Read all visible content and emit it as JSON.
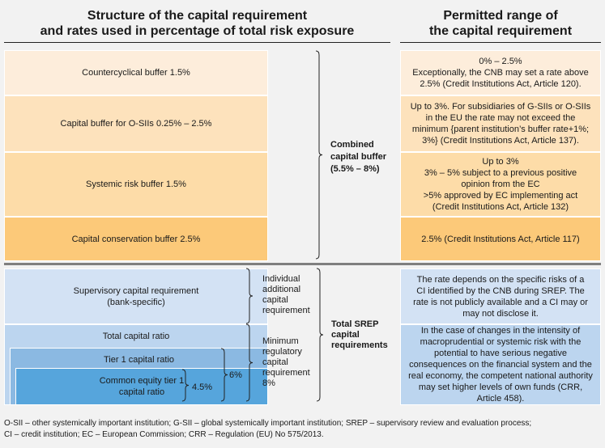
{
  "header": {
    "left_line1": "Structure of the capital requirement",
    "left_line2": "and rates used in percentage of total risk exposure",
    "right_line1": "Permitted range of",
    "right_line2": "the capital requirement"
  },
  "buffers": [
    {
      "label": "Countercyclical buffer 1.5%",
      "range": [
        "0% – 2.5%",
        "Exceptionally, the CNB may set a rate above",
        "2.5% (Credit Institutions Act, Article 120)."
      ]
    },
    {
      "label": "Capital buffer for O-SIIs 0.25% – 2.5%",
      "range": [
        "Up to 3%. For subsidiaries of G-SIIs or O-SIIs",
        "in the EU the rate may not exceed the",
        "minimum {parent institution’s buffer rate+1%;",
        "3%} (Credit Institutions Act, Article 137)."
      ]
    },
    {
      "label": "Systemic risk buffer 1.5%",
      "range": [
        "Up to 3%",
        "3% – 5% subject to a previous positive",
        "opinion from the EC",
        ">5% approved by EC implementing act",
        "(Credit Institutions Act, Article 132)"
      ]
    },
    {
      "label": "Capital conservation buffer 2.5%",
      "range": [
        "2.5% (Credit Institutions Act, Article 117)"
      ]
    }
  ],
  "combined": {
    "line1": "Combined",
    "line2": "capital buffer",
    "line3": "(5.5% – 8%)"
  },
  "srep": {
    "supervisory": [
      "Supervisory capital requirement",
      "(bank-specific)"
    ],
    "total_ratio": "Total capital ratio",
    "tier1": "Tier 1 capital ratio",
    "cet1": [
      "Common equity tier 1",
      "capital ratio"
    ],
    "cet1_rate": "4.5%",
    "tier1_rate": "6%",
    "individual": [
      "Individual",
      "additional",
      "capital",
      "requirement"
    ],
    "minimum": [
      "Minimum",
      "regulatory",
      "capital",
      "requirement",
      "8%"
    ],
    "total": [
      "Total SREP",
      "capital",
      "requirements"
    ],
    "range_supervisory": [
      "The rate depends on the specific risks of a",
      "CI identified by the CNB during SREP. The",
      "rate is not publicly available and a CI may or",
      "may not disclose it."
    ],
    "range_total": [
      "In the case of changes in the intensity of",
      "macroprudential or systemic risk with the",
      "potential to have serious negative",
      "consequences on the financial system and the",
      "real economy, the competent national authority",
      "may set higher levels of own funds (CRR,",
      "Article  458)."
    ]
  },
  "footnote": [
    "O-SII – other systemically important institution; G-SII – global systemically important institution; SREP – supervisory review and evaluation process;",
    "CI – credit institution; EC – European Commission; CRR – Regulation (EU) No 575/2013."
  ],
  "colors": {
    "buf1": "#fdeddb",
    "buf2": "#fde2bc",
    "buf3": "#fddca8",
    "buf4": "#fcc979",
    "sup": "#d3e2f4",
    "tot": "#bcd5ef",
    "t1": "#8bb9e2",
    "cet1": "#56a5dc"
  }
}
